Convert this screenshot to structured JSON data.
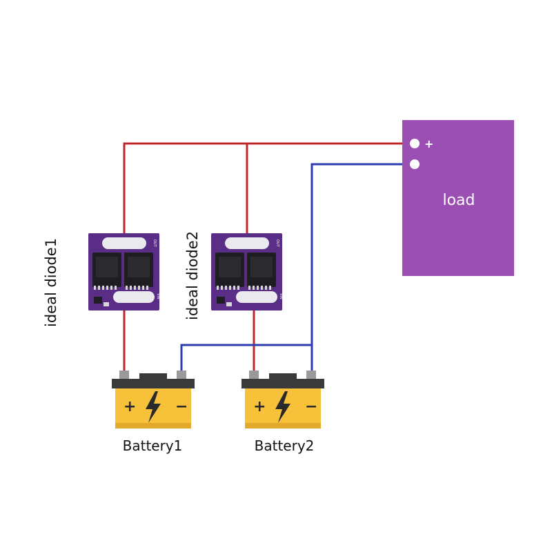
{
  "colors": {
    "positive_wire": "#c0262c",
    "negative_wire": "#2c3cb0",
    "load_fill": "#9b4fb3",
    "pcb_fill": "#5a2d86",
    "battery_body": "#f7c23a",
    "battery_top": "#3a3a3a"
  },
  "load": {
    "label": "load",
    "plus": "+"
  },
  "diodes": [
    {
      "label": "ideal diode1",
      "out_pad": "OUT",
      "vin_pad": "VIN"
    },
    {
      "label": "ideal diode2",
      "out_pad": "OUT",
      "vin_pad": "VIN"
    }
  ],
  "batteries": [
    {
      "label": "Battery1",
      "plus_symbol": "+",
      "minus_symbol": "−"
    },
    {
      "label": "Battery2",
      "plus_symbol": "+",
      "minus_symbol": "−"
    }
  ]
}
